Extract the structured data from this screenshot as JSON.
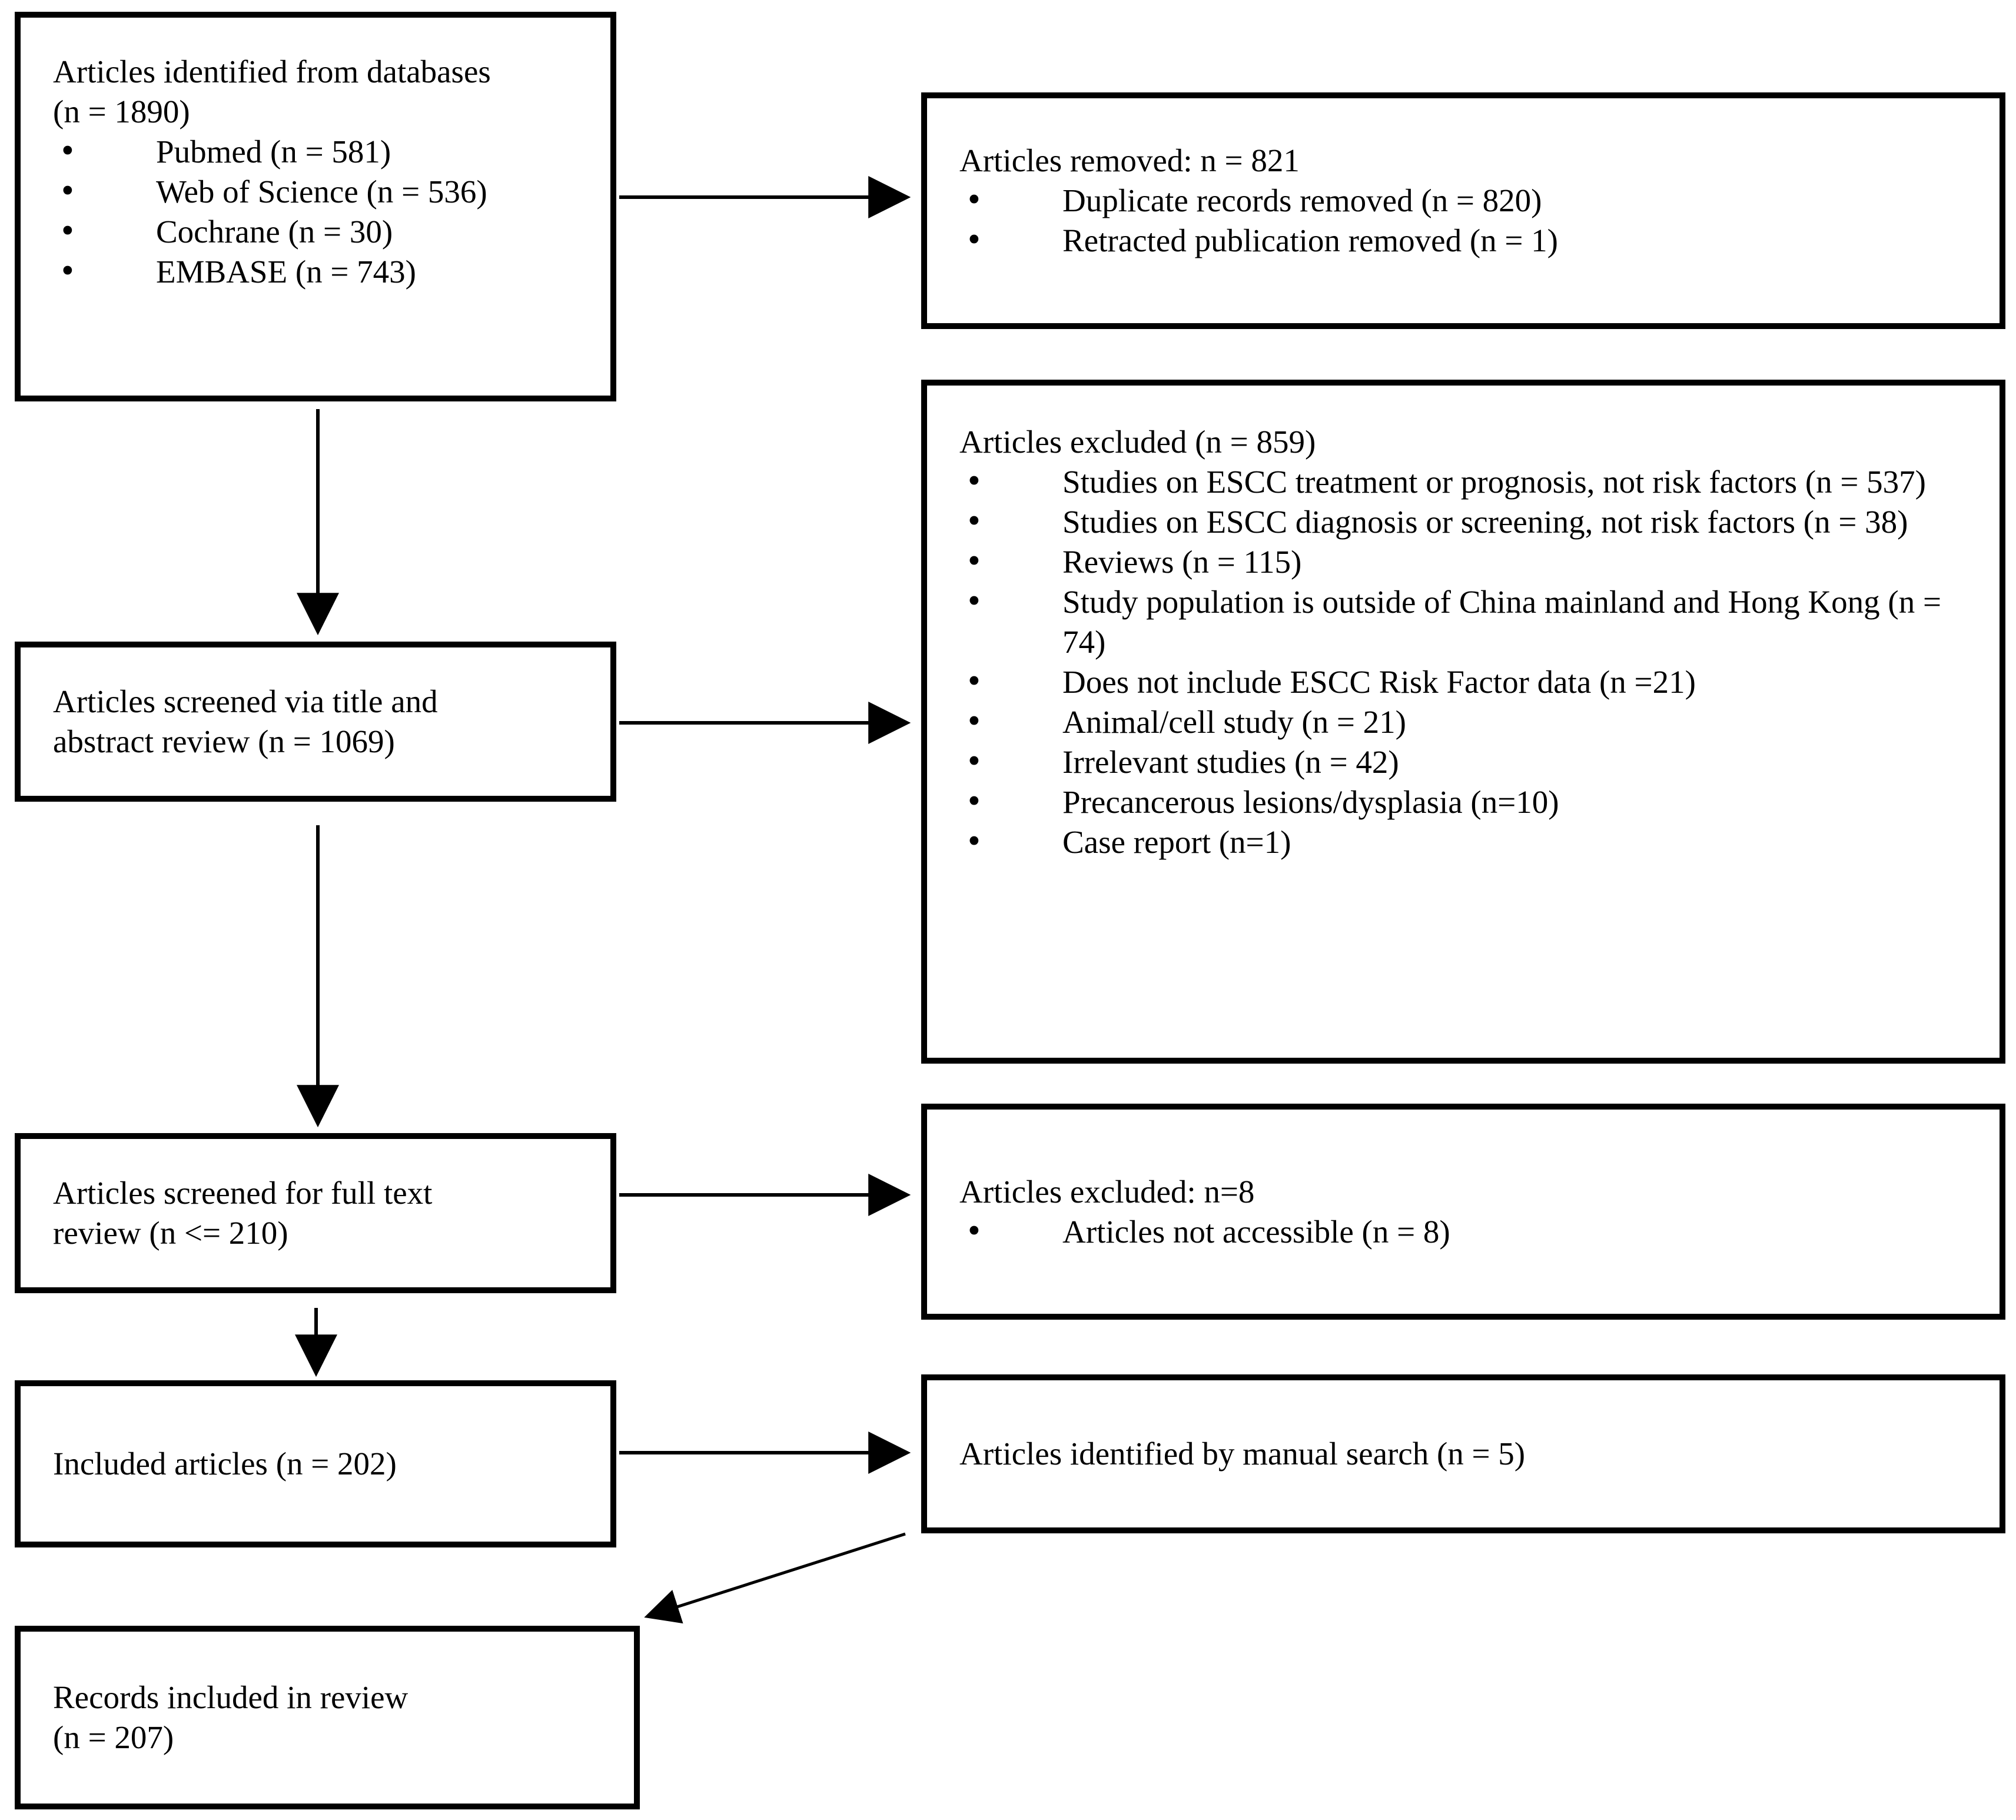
{
  "page": {
    "background": "#ffffff",
    "ink": "#000000"
  },
  "boxes": {
    "identified": {
      "lines": [
        "Articles identified from databases",
        "(n = 1890)"
      ],
      "bullets": [
        "Pubmed (n = 581)",
        "Web of Science (n = 536)",
        "Cochrane (n = 30)",
        "EMBASE (n = 743)"
      ]
    },
    "removed": {
      "lines": [
        "Articles removed: n = 821"
      ],
      "bullets": [
        "Duplicate records removed (n = 820)",
        "Retracted publication removed (n = 1)"
      ]
    },
    "screened_title_abstract": {
      "lines": [
        "Articles screened via title and",
        "abstract review (n = 1069)"
      ]
    },
    "excluded_screening": {
      "lines": [
        "Articles excluded (n = 859)"
      ],
      "bullets": [
        "Studies on ESCC treatment or prognosis, not risk factors (n = 537)",
        "Studies on ESCC diagnosis or screening, not risk factors (n = 38)",
        "Reviews (n = 115)",
        "Study population is outside of China mainland and Hong Kong (n = 74)",
        "Does not include ESCC Risk Factor data (n =21)",
        "Animal/cell study (n = 21)",
        "Irrelevant studies (n = 42)",
        "Precancerous lesions/dysplasia (n=10)",
        "Case report (n=1)"
      ]
    },
    "screened_fulltext": {
      "lines": [
        "Articles screened for full text",
        "review (n <= 210)"
      ]
    },
    "excluded_fulltext": {
      "lines": [
        "Articles excluded: n=8"
      ],
      "bullets": [
        "Articles not accessible (n = 8)"
      ]
    },
    "included": {
      "lines": [
        "Included articles (n = 202)"
      ]
    },
    "manual": {
      "lines": [
        "Articles identified by manual search (n = 5)"
      ]
    },
    "records": {
      "lines": [
        "Records included in review",
        "(n = 207)"
      ]
    }
  }
}
